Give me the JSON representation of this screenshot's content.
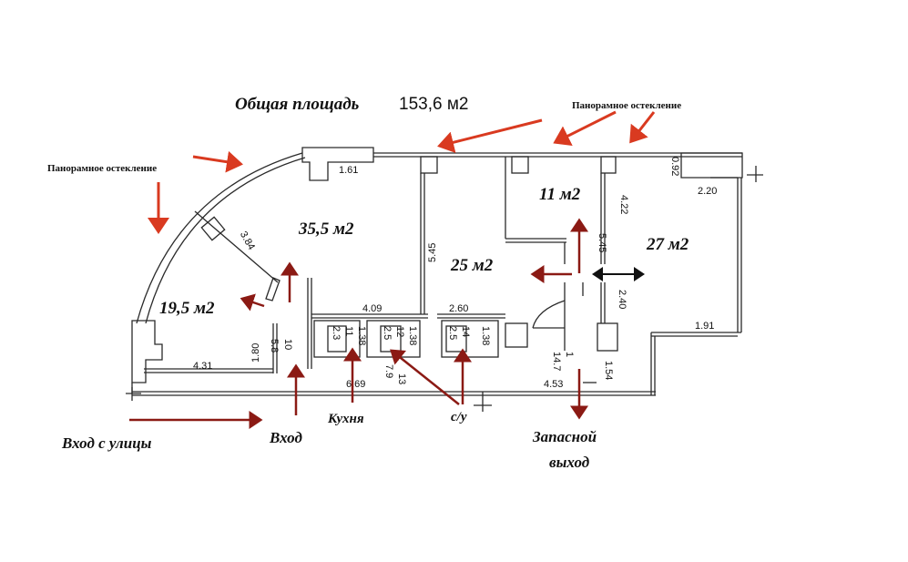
{
  "header": {
    "title": "Общая площадь",
    "area": "153,6 м2"
  },
  "glazing": {
    "top": "Панорамное остекление",
    "left": "Панорамное остекление"
  },
  "rooms": {
    "r35": "35,5 м2",
    "r195": "19,5 м2",
    "r25": "25 м2",
    "r11": "11 м2",
    "r27": "27 м2"
  },
  "labels": {
    "entrance_street": "Вход с улицы",
    "entrance": "Вход",
    "kitchen": "Кухня",
    "wc": "с/у",
    "emergency_1": "Запасной",
    "emergency_2": "выход"
  },
  "dimensions": {
    "d161": "1.61",
    "d384": "3.84",
    "d545a": "5.45",
    "d409": "4.09",
    "d260": "2.60",
    "d431": "4.31",
    "d180": "1.80",
    "d10": "10",
    "d58": "5.8",
    "d23": "2.3",
    "d11": "11",
    "d138a": "1.38",
    "d25a": "2.5",
    "d12": "12",
    "d138b": "1.38",
    "d25b": "2.5",
    "d14": "14",
    "d138c": "1.38",
    "d669": "6.69",
    "d79": "7.9",
    "d13": "13",
    "d1": "1",
    "d147": "14.7",
    "d453": "4.53",
    "d154": "1.54",
    "d422": "4.22",
    "d545b": "5.45",
    "d240": "2.40",
    "d092": "0.92",
    "d220": "2.20",
    "d191": "1.91"
  },
  "colors": {
    "accent_arrow": "#d93a20",
    "dark_arrow": "#8b1a14",
    "walls": "#2a2a2a"
  }
}
